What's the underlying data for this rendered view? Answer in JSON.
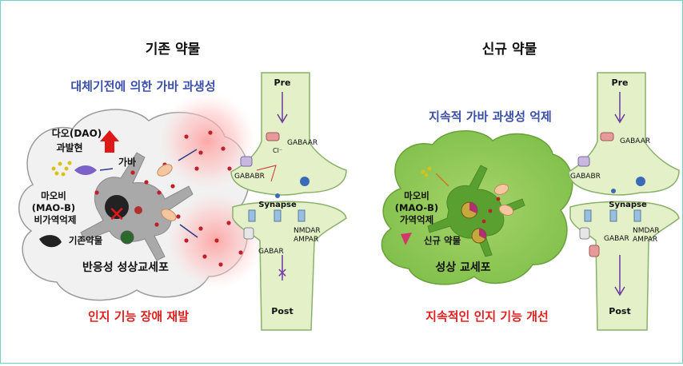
{
  "colors": {
    "border": "#6fd3c7",
    "blue_text": "#3a4fa8",
    "red_text": "#e02020",
    "neuron_fill": "#e3f0c8",
    "neuron_stroke": "#8ab06a",
    "astro_left": "#b8b8b8",
    "astro_right": "#7fbf4a"
  },
  "left_panel": {
    "title": "기존 약물",
    "mechanism": "대체기전에 의한 가바 과생성",
    "dao_line1": "다오(DAO)",
    "dao_line2": "과발현",
    "gaba_label": "가바",
    "maob_line1": "마오비",
    "maob_line2": "(MAO-B)",
    "maob_line3": "비가역억제",
    "legend_drug": "기존약물",
    "astrocyte_label": "반응성 성상교세포",
    "outcome": "인지 기능 장애 재발",
    "neuron": {
      "pre": "Pre",
      "post": "Post",
      "gabaa": "GABAAR",
      "gabab": "GABABR",
      "cl": "Cl⁻",
      "synapse": "Synapse",
      "nmdar": "NMDAR",
      "ampar": "AMPAR",
      "gabar": "GABAR"
    }
  },
  "right_panel": {
    "title": "신규 약물",
    "mechanism": "지속적 가바 과생성 억제",
    "maob_line1": "마오비",
    "maob_line2": "(MAO-B)",
    "maob_line3": "가역억제",
    "legend_drug": "신규 약물",
    "astrocyte_label": "성상 교세포",
    "outcome": "지속적인 인지 기능 개선",
    "neuron": {
      "pre": "Pre",
      "post": "Post",
      "gabaa": "GABAAR",
      "gabab": "GABABR",
      "synapse": "Synapse",
      "nmdar": "NMDAR",
      "ampar": "AMPAR",
      "gabar": "GABAR"
    }
  }
}
